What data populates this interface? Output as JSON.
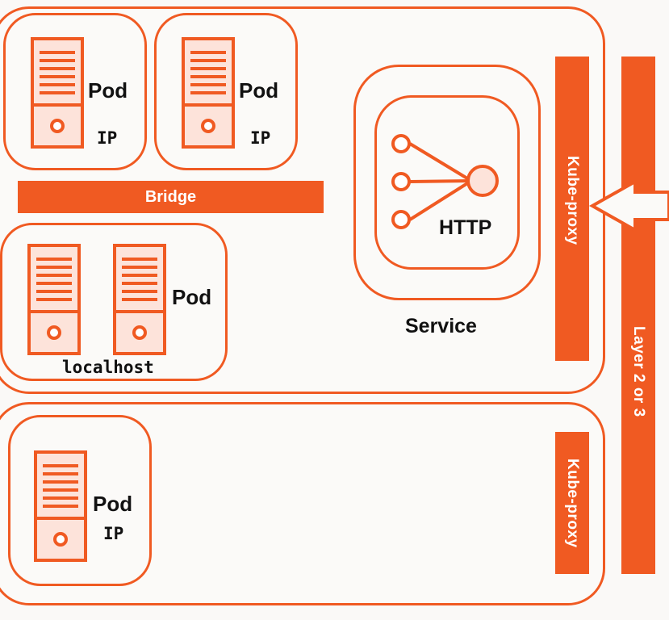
{
  "nodes": {
    "top": {
      "pods": [
        {
          "label": "Pod",
          "sub": "IP"
        },
        {
          "label": "Pod",
          "sub": "IP"
        }
      ],
      "bridge": "Bridge",
      "multi_pod": {
        "label": "Pod",
        "sub": "localhost"
      },
      "service": {
        "inner_label": "HTTP",
        "label": "Service"
      },
      "kube_proxy": "Kube-proxy"
    },
    "bottom": {
      "pod": {
        "label": "Pod",
        "sub": "IP"
      },
      "kube_proxy": "Kube-proxy"
    }
  },
  "network": {
    "label": "Layer 2 or 3"
  },
  "colors": {
    "accent": "#f05a22",
    "pale": "#fde3da",
    "text": "#111111"
  }
}
